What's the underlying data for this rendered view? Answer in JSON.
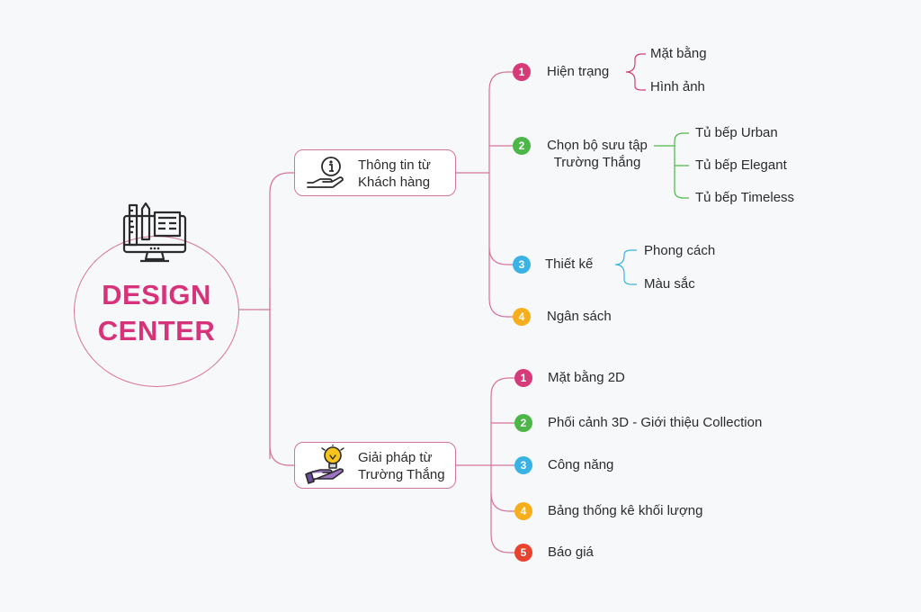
{
  "center": {
    "title_line1": "DESIGN",
    "title_line2": "CENTER",
    "icon": "monitor-design-tools-icon"
  },
  "colors": {
    "pink": "#d6337a",
    "line": "#d6739a",
    "badge_pink": "#d63a78",
    "badge_green": "#4cb748",
    "badge_blue": "#3bb2e4",
    "badge_orange": "#f6ae1c",
    "badge_red": "#e8432f"
  },
  "customer_info": {
    "label_line1": "Thông tin từ",
    "label_line2": "Khách hàng",
    "icon": "hand-info-icon",
    "items": [
      {
        "num": "1",
        "label": "Hiện trạng",
        "children": [
          "Mặt bằng",
          "Hình ảnh"
        ]
      },
      {
        "num": "2",
        "label_line1": "Chọn bộ sưu tập",
        "label_line2": "Trường Thắng",
        "children": [
          "Tủ bếp Urban",
          "Tủ bếp Elegant",
          "Tủ bếp Timeless"
        ]
      },
      {
        "num": "3",
        "label": "Thiết kế",
        "children": [
          "Phong cách",
          "Màu sắc"
        ]
      },
      {
        "num": "4",
        "label": "Ngân sách"
      }
    ]
  },
  "solutions": {
    "label_line1": "Giải pháp từ",
    "label_line2": "Trường Thắng",
    "icon": "hand-lightbulb-icon",
    "items": [
      {
        "num": "1",
        "label": "Mặt bằng 2D"
      },
      {
        "num": "2",
        "label": "Phối cảnh 3D - Giới thiệu Collection"
      },
      {
        "num": "3",
        "label": "Công năng"
      },
      {
        "num": "4",
        "label": "Bảng thống kê khối lượng"
      },
      {
        "num": "5",
        "label": "Báo giá"
      }
    ]
  }
}
